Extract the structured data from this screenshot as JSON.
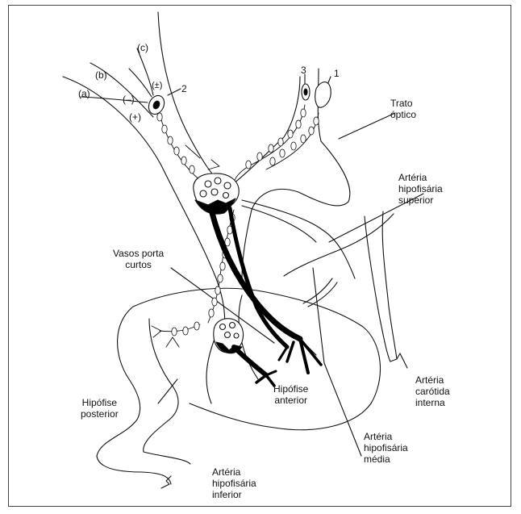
{
  "labels": {
    "a": "(a)",
    "b": "(b)",
    "c": "(c)",
    "plusminus": "(±)",
    "minus": "(–)",
    "plus": "(+)",
    "n1": "1",
    "n2": "2",
    "n3": "3",
    "trato_optico": "Trato\nóptico",
    "arteria_hip_superior": "Artéria\nhipofisária\nsuperior",
    "vasos_porta_curtos": "Vasos porta\ncurtos",
    "hipofise_anterior": "Hipófise\nanterior",
    "hipofise_posterior": "Hipófise\nposterior",
    "arteria_carotida": "Artéria\ncarótida\ninterna",
    "arteria_hip_media": "Artéria\nhipofisária\nmédia",
    "arteria_hip_inferior": "Artéria\nhipofisária\ninferior"
  },
  "colors": {
    "line": "#111111",
    "fill": "#000000",
    "frame": "#444444"
  }
}
